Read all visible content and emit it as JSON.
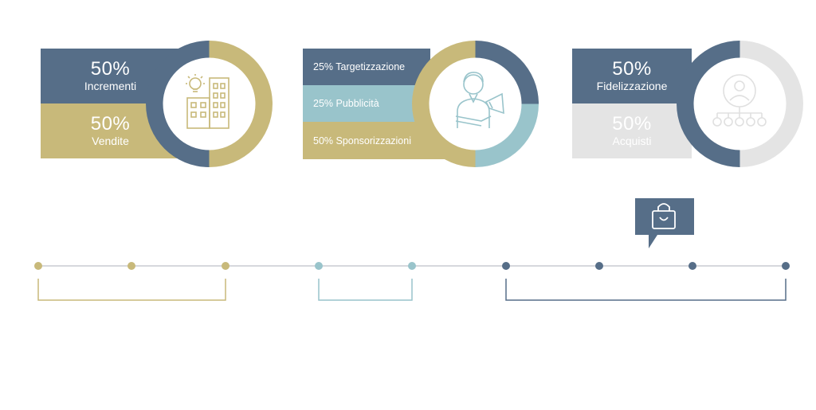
{
  "colors": {
    "gold": "#c8b97a",
    "slate": "#566e88",
    "teal": "#99c4cb",
    "light_gray": "#e4e4e4",
    "track_line": "#c9ccd2"
  },
  "card1": {
    "top_percent": "50%",
    "top_label": "Incrementi",
    "bottom_percent": "50%",
    "bottom_label": "Vendite",
    "donut_split": [
      0.5,
      0.5
    ],
    "icon": "buildings-lightbulb-icon"
  },
  "card2": {
    "row1": "25% Targetizzazione",
    "row2": "25% Pubblicità",
    "row3": "50% Sponsorizzazioni",
    "donut_split": [
      0.25,
      0.25,
      0.5
    ],
    "icon": "person-megaphone-icon"
  },
  "card3": {
    "top_percent": "50%",
    "top_label": "Fidelizzazione",
    "bottom_percent": "50%",
    "bottom_label": "Acquisti",
    "donut_split": [
      0.5,
      0.5
    ],
    "icon": "user-network-icon"
  },
  "timeline": {
    "groups": [
      {
        "color": "gold",
        "dots": 3
      },
      {
        "color": "teal",
        "dots": 2
      },
      {
        "color": "slate",
        "dots": 4
      }
    ],
    "callout_icon": "shopping-bag-icon"
  }
}
